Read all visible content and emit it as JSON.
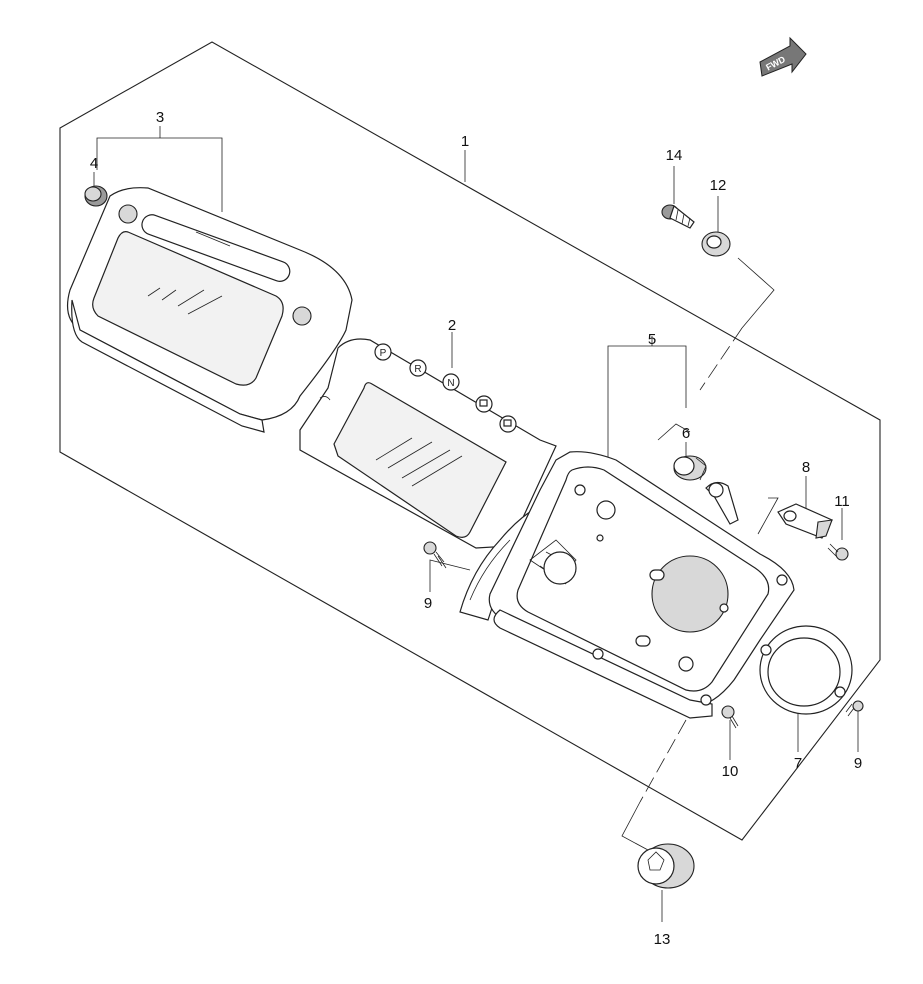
{
  "callouts": {
    "c1": "1",
    "c2": "2",
    "c3": "3",
    "c4": "4",
    "c5": "5",
    "c6": "6",
    "c7": "7",
    "c8": "8",
    "c9a": "9",
    "c9b": "9",
    "c10": "10",
    "c11": "11",
    "c12": "12",
    "c13": "13",
    "c14": "14"
  },
  "fwd_label": "FWD",
  "indicators": [
    "P",
    "R",
    "N"
  ]
}
